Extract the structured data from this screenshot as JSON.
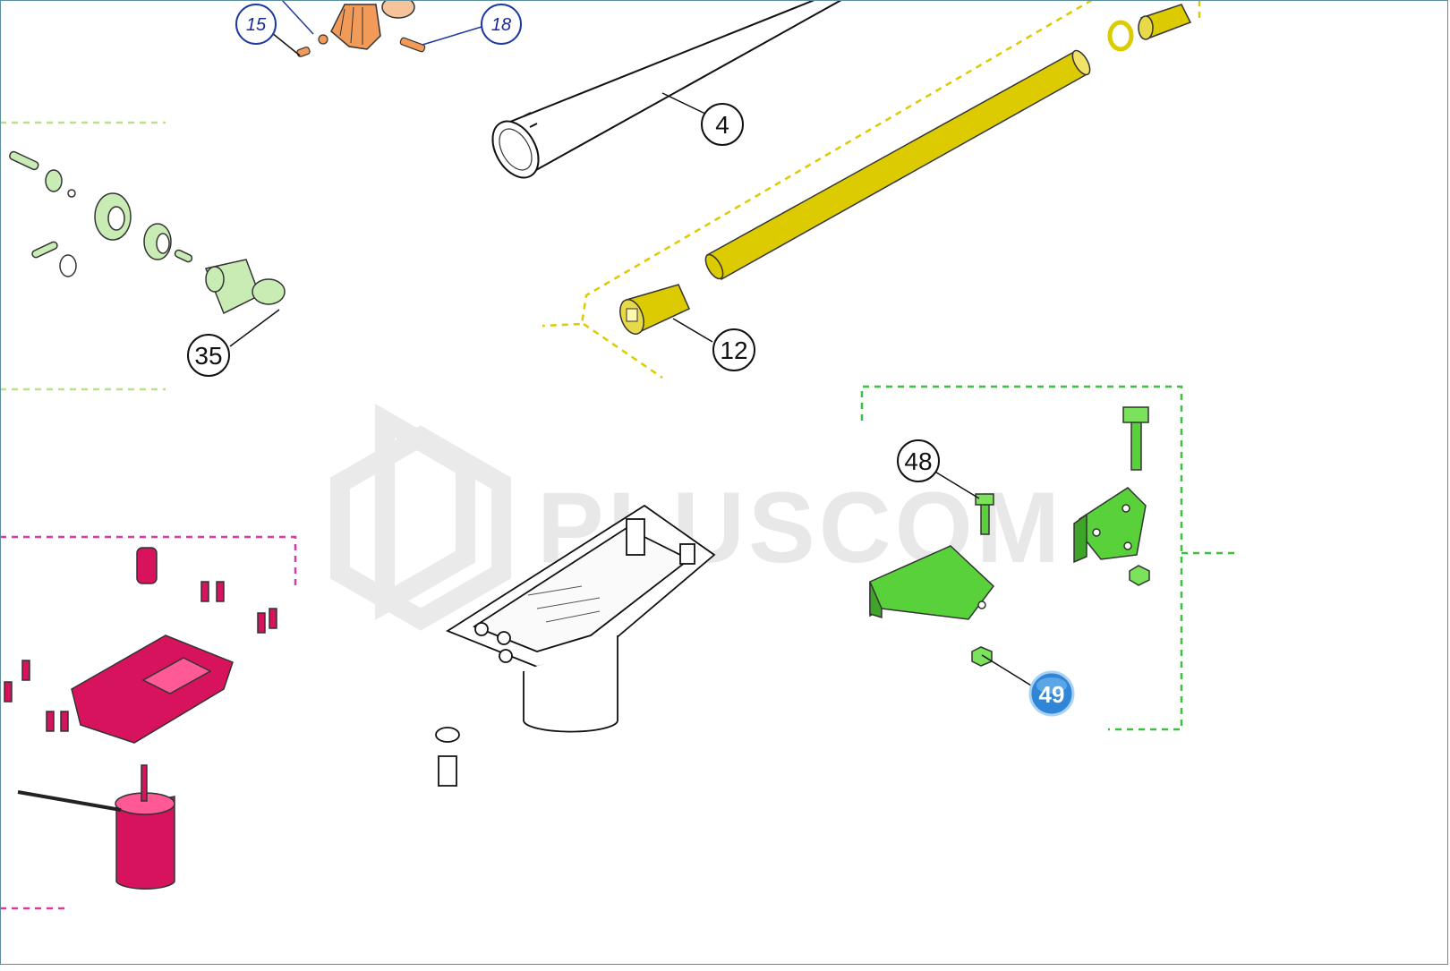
{
  "callouts": {
    "c15": "15",
    "c18": "18",
    "c4": "4",
    "c35": "35",
    "c12": "12",
    "c48": "48",
    "c49": "49"
  },
  "watermark": "PLUSCOM",
  "colors": {
    "yellow": "#dccb00",
    "green": "#59d13a",
    "light_green": "#c9ecb4",
    "magenta": "#d8135e",
    "orange": "#f29a57",
    "blue_callout": "#1f3aa0",
    "highlight": "#2f86d6"
  },
  "icons": {
    "highlighted_callout": "blue-badge-icon",
    "watermark_logo": "hexagon-logo-icon"
  }
}
